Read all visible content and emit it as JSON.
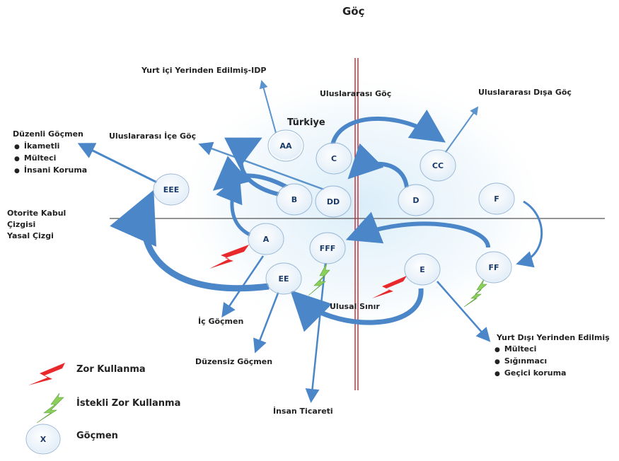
{
  "title": "Göç",
  "labels": {
    "idp": "Yurt içi Yerinden Edilmiş-IDP",
    "uluslararasi_goc": "Uluslararası Göç",
    "uluslararasi_disa_goc": "Uluslararası Dışa Göç",
    "turkiye": "Türkiye",
    "duzenli_gocmen": "Düzenli Göçmen",
    "uluslararasi_ice_goc": "Uluslararası İçe Göç",
    "otorite_line1": "Otorite Kabul",
    "otorite_line2": "Çizgisi",
    "otorite_line3": "Yasal Çizgi",
    "ic_gocmen": "İç Göçmen",
    "duzensiz_gocmen": "Düzensiz Göçmen",
    "ulusal_sinir": "Ulusal Sınır",
    "insan_ticareti": "İnsan Ticareti",
    "yurt_disi_yerinden": "Yurt Dışı Yerinden Edilmiş"
  },
  "duzenli_items": [
    "İkametli",
    "Mülteci",
    "İnsani Koruma"
  ],
  "yurt_disi_items": [
    "Mülteci",
    "Sığınmacı",
    "Geçici koruma"
  ],
  "nodes": {
    "AA": "AA",
    "C": "C",
    "CC": "CC",
    "EEE": "EEE",
    "B": "B",
    "DD": "DD",
    "D": "D",
    "F": "F",
    "A": "A",
    "FFF": "FFF",
    "FF": "FF",
    "EE": "EE",
    "E": "E"
  },
  "legend": {
    "zor": "Zor Kullanma",
    "istekli": "İstekli Zor Kullanma",
    "gocmen_symbol": "X",
    "gocmen": "Göçmen"
  },
  "colors": {
    "arrow": "#4a86c8",
    "border_line": "#c0282d",
    "axis": "#555555",
    "red_bolt": "#e8282b",
    "green_bolt": "#8ccf5a"
  }
}
